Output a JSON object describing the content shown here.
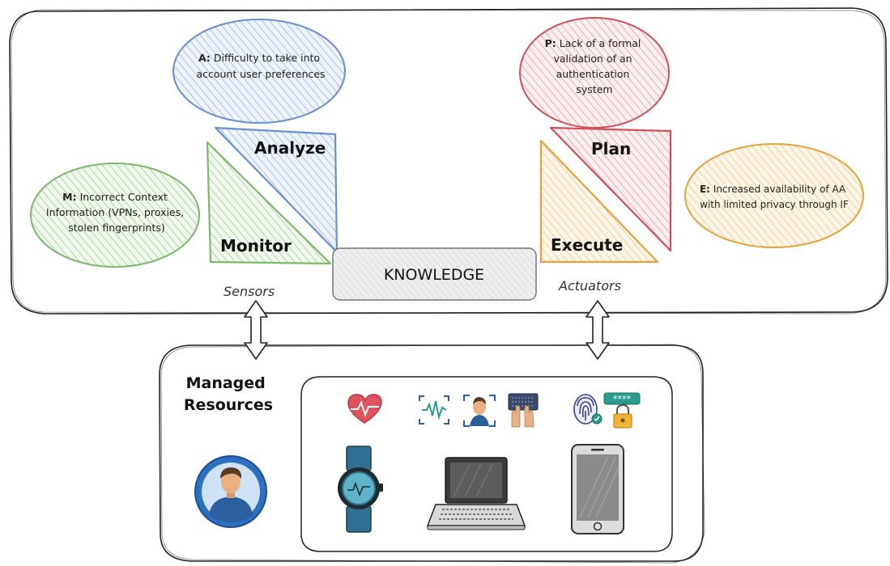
{
  "mape": {
    "monitor": "Monitor",
    "analyze": "Analyze",
    "plan": "Plan",
    "execute": "Execute",
    "knowledge": "KNOWLEDGE"
  },
  "io": {
    "sensors": "Sensors",
    "actuators": "Actuators"
  },
  "notes": {
    "monitor": {
      "key": "M:",
      "lines": [
        "Incorrect Context",
        "Information (VPNs, proxies,",
        "stolen fingerprints)"
      ]
    },
    "analyze": {
      "key": "A:",
      "lines": [
        "Difficulty to take into",
        "account user preferences"
      ]
    },
    "plan": {
      "key": "P:",
      "lines": [
        "Lack of  a formal",
        "validation of an",
        "authentication",
        "system"
      ]
    },
    "execute": {
      "key": "E:",
      "lines": [
        "Increased availability of AA",
        "with limited privacy through IF"
      ]
    }
  },
  "resources": {
    "title_line1": "Managed",
    "title_line2": "Resources",
    "icons": [
      "user-avatar-icon",
      "heart-rate-icon",
      "voice-recognition-icon",
      "face-recognition-icon",
      "keyboard-typing-icon",
      "fingerprint-icon",
      "password-lock-icon",
      "smartwatch-icon",
      "laptop-icon",
      "smartphone-icon"
    ]
  },
  "colors": {
    "monitor": "#7cb96b",
    "analyze": "#6b8fd0",
    "plan": "#d0505c",
    "execute": "#e6a23c",
    "avatar_ring": "#2d6fc0",
    "watch": "#2f6f8f"
  }
}
